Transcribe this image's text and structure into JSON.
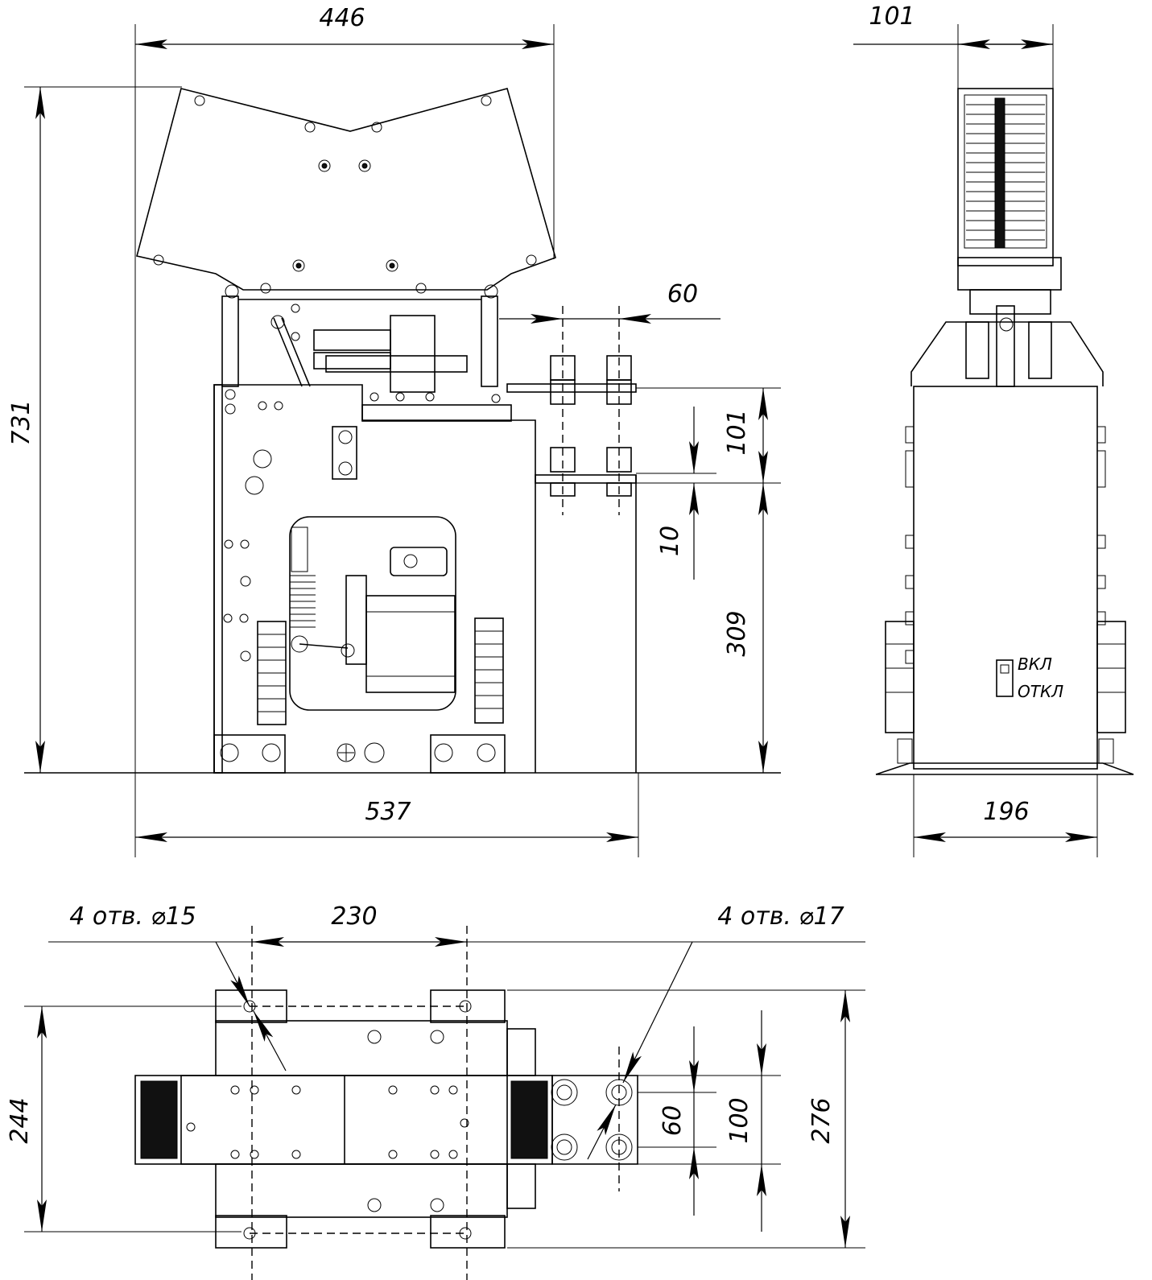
{
  "dimensions": {
    "top_width": "446",
    "right_top_width": "101",
    "total_height": "731",
    "terminal_pitch": "60",
    "terminal_offset": "101",
    "terminal_gap": "10",
    "base_to_terminal": "309",
    "base_length": "537",
    "side_width": "196",
    "mount_pitch": "230",
    "plan_width": "244",
    "bolt_pitch": "60",
    "bolt_span": "100",
    "plan_depth": "276"
  },
  "callouts": {
    "holes_15": "4 отв. ⌀15",
    "holes_17": "4 отв. ⌀17"
  },
  "switch_labels": {
    "on": "ВКЛ",
    "off": "ОТКЛ"
  }
}
